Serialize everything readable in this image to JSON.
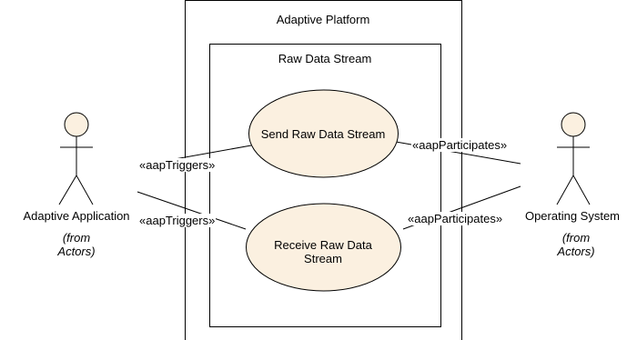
{
  "frames": {
    "outer_title": "Adaptive Platform",
    "inner_title": "Raw Data Stream"
  },
  "use_cases": {
    "send": "Send Raw Data Stream",
    "receive_line1": "Receive Raw Data",
    "receive_line2": "Stream"
  },
  "actors": {
    "left": {
      "name": "Adaptive Application",
      "from_line1": "(from",
      "from_line2": "Actors)"
    },
    "right": {
      "name": "Operating System",
      "from_line1": "(from",
      "from_line2": "Actors)"
    }
  },
  "associations": {
    "triggers_send": "«aapTriggers»",
    "triggers_receive": "«aapTriggers»",
    "participates_send": "«aapParticipates»",
    "participates_receive": "«aapParticipates»"
  },
  "colors": {
    "use_case_fill": "#FBF0E0",
    "actor_head_fill": "#FBF0E0",
    "line": "#000000"
  }
}
